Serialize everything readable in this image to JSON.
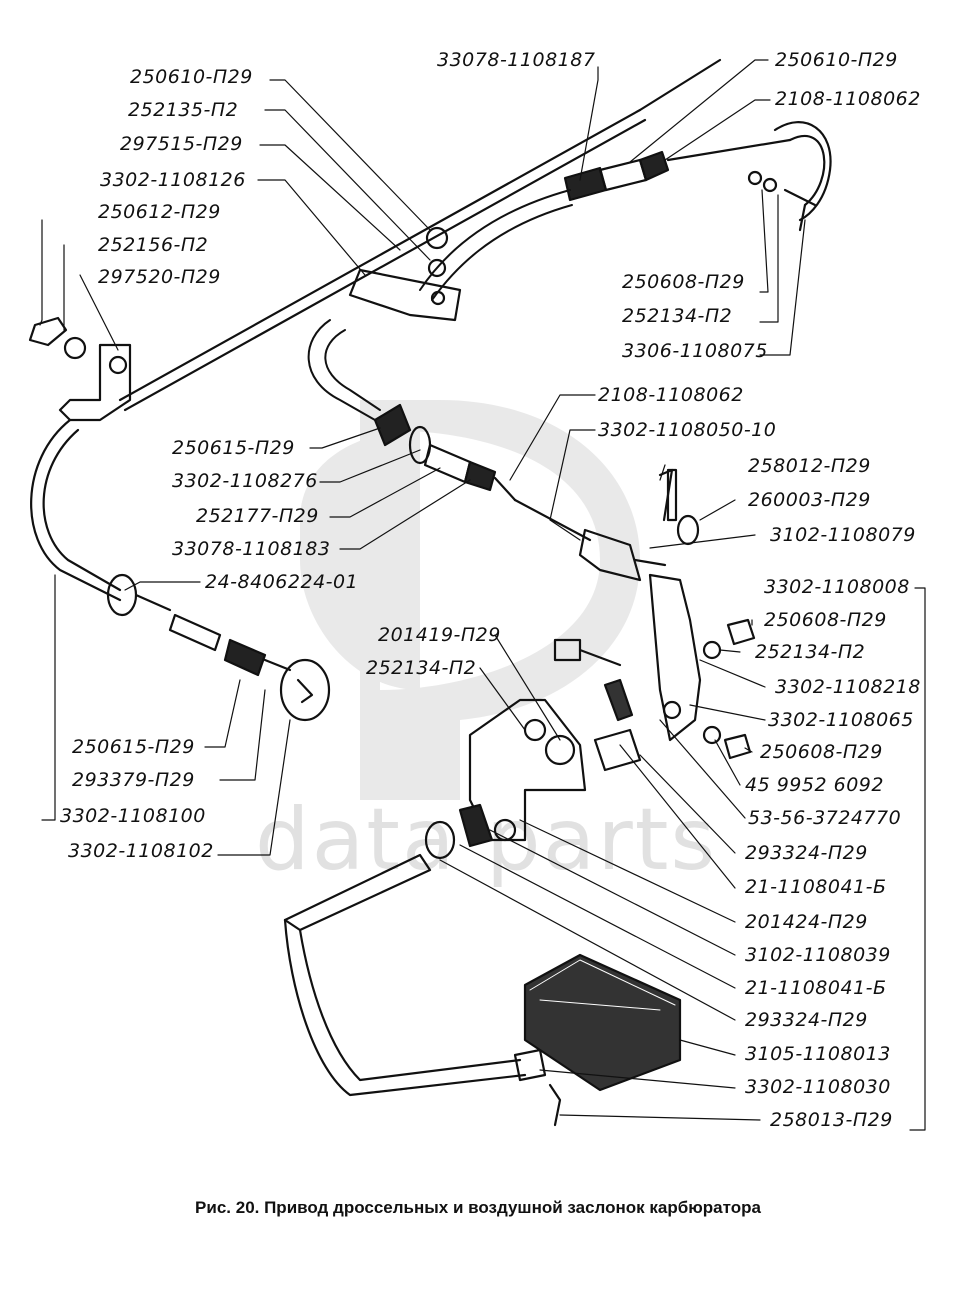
{
  "caption": "Рис. 20. Привод дроссельных и воздушной заслонок карбюратора",
  "watermark": "data parts",
  "labels": [
    "250610-П29",
    "252135-П2",
    "297515-П29",
    "3302-1108126",
    "250612-П29",
    "252156-П2",
    "297520-П29",
    "33078-1108187",
    "250610-П29",
    "2108-1108062",
    "250608-П29",
    "252134-П2",
    "3306-1108075",
    "2108-1108062",
    "3302-1108050-10",
    "250615-П29",
    "3302-1108276",
    "252177-П29",
    "33078-1108183",
    "24-8406224-01",
    "258012-П29",
    "260003-П29",
    "3102-1108079",
    "3302-1108008",
    "250608-П29",
    "252134-П2",
    "3302-1108218",
    "3302-1108065",
    "250608-П29",
    "45 9952 6092",
    "53-56-3724770",
    "293324-П29",
    "21-1108041-Б",
    "201424-П29",
    "3102-1108039",
    "21-1108041-Б",
    "293324-П29",
    "3105-1108013",
    "3302-1108030",
    "258013-П29",
    "201419-П29",
    "252134-П2",
    "250615-П29",
    "293379-П29",
    "3302-1108100",
    "3302-1108102"
  ]
}
